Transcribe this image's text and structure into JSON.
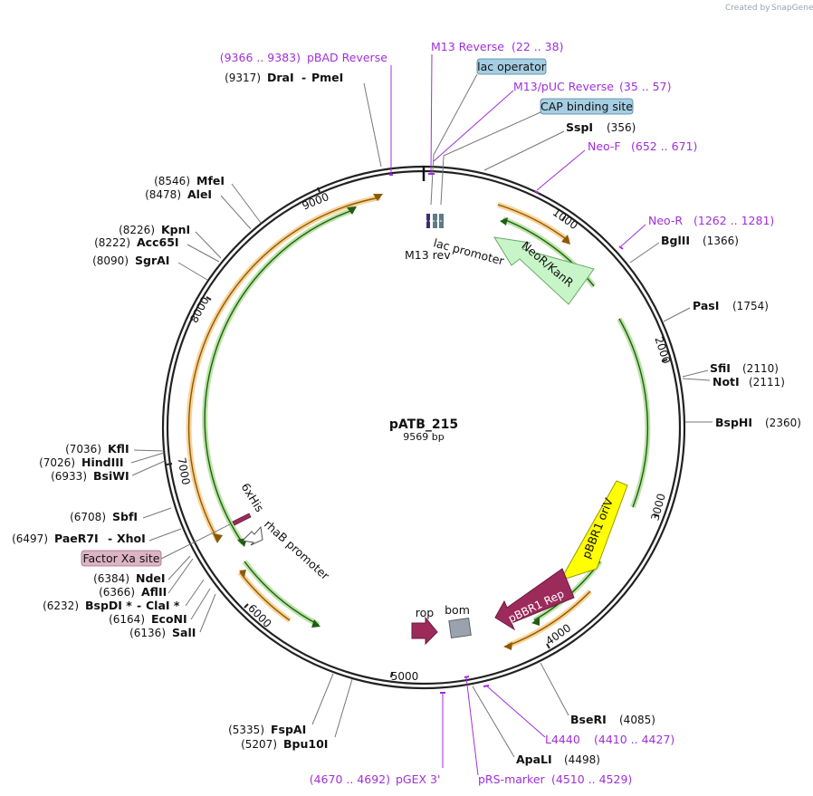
{
  "credit": {
    "prefix": "Created by",
    "brand": "SnapGene"
  },
  "plasmid": {
    "name": "pATB_215",
    "length_label": "9569 bp"
  },
  "ticks": [
    "1000",
    "2000",
    "3000",
    "4000",
    "5000",
    "6000",
    "7000",
    "8000",
    "9000"
  ],
  "enzymes_right": [
    {
      "name": "SspI",
      "pos": "(356)"
    },
    {
      "name": "BglII",
      "pos": "(1366)"
    },
    {
      "name": "PasI",
      "pos": "(1754)"
    },
    {
      "name": "SfiI",
      "pos": "(2110)"
    },
    {
      "name": "NotI",
      "pos": "(2111)"
    },
    {
      "name": "BspHI",
      "pos": "(2360)"
    },
    {
      "name": "BseRI",
      "pos": "(4085)"
    },
    {
      "name": "ApaLI",
      "pos": "(4498)"
    }
  ],
  "enzymes_left": [
    {
      "pos": "(9317)",
      "name": "DraI",
      "name2": "PmeI"
    },
    {
      "pos": "(8546)",
      "name": "MfeI"
    },
    {
      "pos": "(8478)",
      "name": "AleI"
    },
    {
      "pos": "(8226)",
      "name": "KpnI"
    },
    {
      "pos": "(8222)",
      "name": "Acc65I"
    },
    {
      "pos": "(8090)",
      "name": "SgrAI"
    },
    {
      "pos": "(7036)",
      "name": "KflI"
    },
    {
      "pos": "(7026)",
      "name": "HindIII"
    },
    {
      "pos": "(6933)",
      "name": "BsiWI"
    },
    {
      "pos": "(6708)",
      "name": "SbfI"
    },
    {
      "pos": "(6497)",
      "name": "PaeR7I",
      "name2": "XhoI"
    },
    {
      "pos": "(6384)",
      "name": "NdeI"
    },
    {
      "pos": "(6366)",
      "name": "AflII"
    },
    {
      "pos": "(6232)",
      "name": "BspDI *",
      "name2": "ClaI *"
    },
    {
      "pos": "(6164)",
      "name": "EcoNI"
    },
    {
      "pos": "(6136)",
      "name": "SalI"
    },
    {
      "pos": "(5335)",
      "name": "FspAI"
    },
    {
      "pos": "(5207)",
      "name": "Bpu10I"
    }
  ],
  "primers": [
    {
      "range": "(9366 .. 9383)",
      "name": "pBAD Reverse"
    },
    {
      "name": "M13 Reverse",
      "range": "(22 .. 38)"
    },
    {
      "name": "M13/pUC Reverse",
      "range": "(35 .. 57)"
    },
    {
      "name": "Neo-F",
      "range": "(652 .. 671)"
    },
    {
      "name": "Neo-R",
      "range": "(1262 .. 1281)"
    },
    {
      "name": "L4440",
      "range": "(4410 .. 4427)"
    },
    {
      "name": "pRS-marker",
      "range": "(4510 .. 4529)"
    },
    {
      "range": "(4670 .. 4692)",
      "name": "pGEX 3'"
    }
  ],
  "boxed_features": [
    {
      "label": "lac operator",
      "color": "#a6cee3"
    },
    {
      "label": "CAP binding site",
      "color": "#a6cee3"
    },
    {
      "label": "Factor Xa site",
      "color": "#dcb4c4"
    }
  ],
  "features": {
    "neo_kan": "NeoR/KanR",
    "lac_promoter": "lac promoter",
    "m13_rev": "M13 rev",
    "pbbr1_oriv": "pBBR1 oriV",
    "pbbr1_rep": "pBBR1 Rep",
    "rop": "rop",
    "bom": "bom",
    "his": "6xHis",
    "rhab": "rhaB promoter"
  },
  "colors": {
    "primer": "#a12fd8",
    "orf_orange": "#f2a531",
    "orf_green": "#8fd16b",
    "neo_fill": "#c8f5c8",
    "ori_fill": "#ffff00",
    "rep_fill": "#9c2b5c",
    "rop_fill": "#9c2b5c",
    "bom_fill": "#9aa3ad"
  }
}
